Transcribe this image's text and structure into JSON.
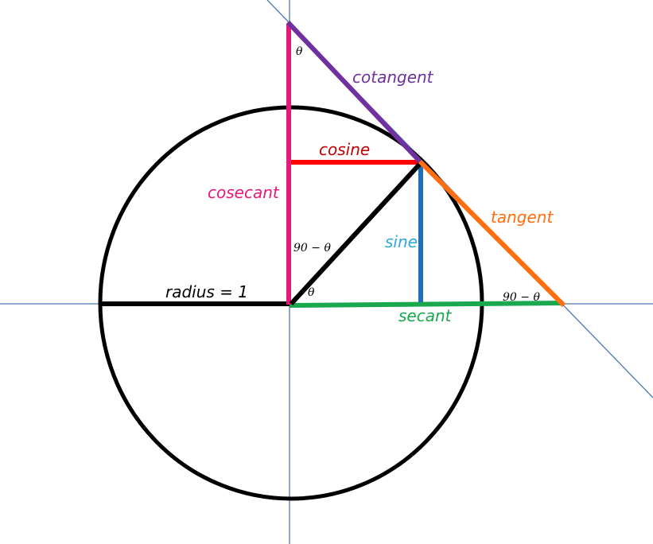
{
  "labels": {
    "cotangent": "cotangent",
    "cosine": "cosine",
    "cosecant": "cosecant",
    "tangent": "tangent",
    "sine": "sine",
    "secant": "secant",
    "radius": "radius = 1",
    "theta_top": "θ",
    "theta_origin": "θ",
    "complement_center": "90 − θ",
    "complement_right": "90 − θ"
  },
  "colors": {
    "axis": "#4a78b5",
    "circle": "#000000",
    "radius": "#000000",
    "cotangent": "#7030a0",
    "cosine": "#ff0000",
    "cosecant": "#e6197a",
    "tangent": "#ff6f0f",
    "sine": "#1f6fb8",
    "secant": "#1aa84f",
    "cosine_label": "#c00000",
    "cosecant_label": "#e6197a",
    "tangent_label": "#ff6f0f",
    "sine_label": "#2fa6de",
    "secant_label": "#1aa84f",
    "cotangent_label": "#7030a0",
    "text": "#000000"
  }
}
